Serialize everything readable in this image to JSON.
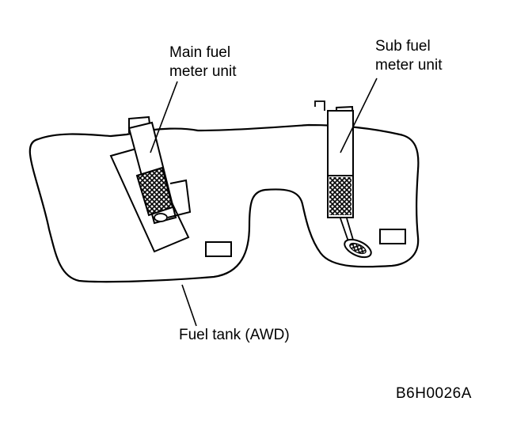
{
  "labels": {
    "main_unit": [
      "Main fuel",
      "meter unit"
    ],
    "sub_unit": [
      "Sub fuel",
      "meter unit"
    ],
    "tank": "Fuel tank (AWD)",
    "figure_code": "B6H0026A"
  },
  "colors": {
    "line": "#000000",
    "background": "#ffffff"
  }
}
